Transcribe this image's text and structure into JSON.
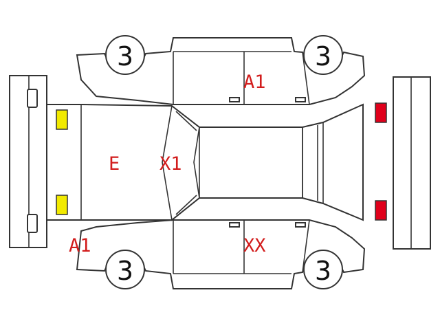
{
  "colors": {
    "outline": "#333333",
    "mark_text": "#d21c1c",
    "front_lamp": "#f2ea00",
    "rear_lamp": "#e0001b"
  },
  "tyres": {
    "front_left": "3",
    "rear_left": "3",
    "front_right": "3",
    "rear_right": "3"
  },
  "marks": {
    "hood": "E",
    "windshield": "X1",
    "roof_top_side": "A1",
    "front_bumper_corner": "A1",
    "bottom_door": "XX"
  },
  "lamps": {
    "front": [
      "yellow",
      "yellow"
    ],
    "rear": [
      "red",
      "red"
    ]
  }
}
